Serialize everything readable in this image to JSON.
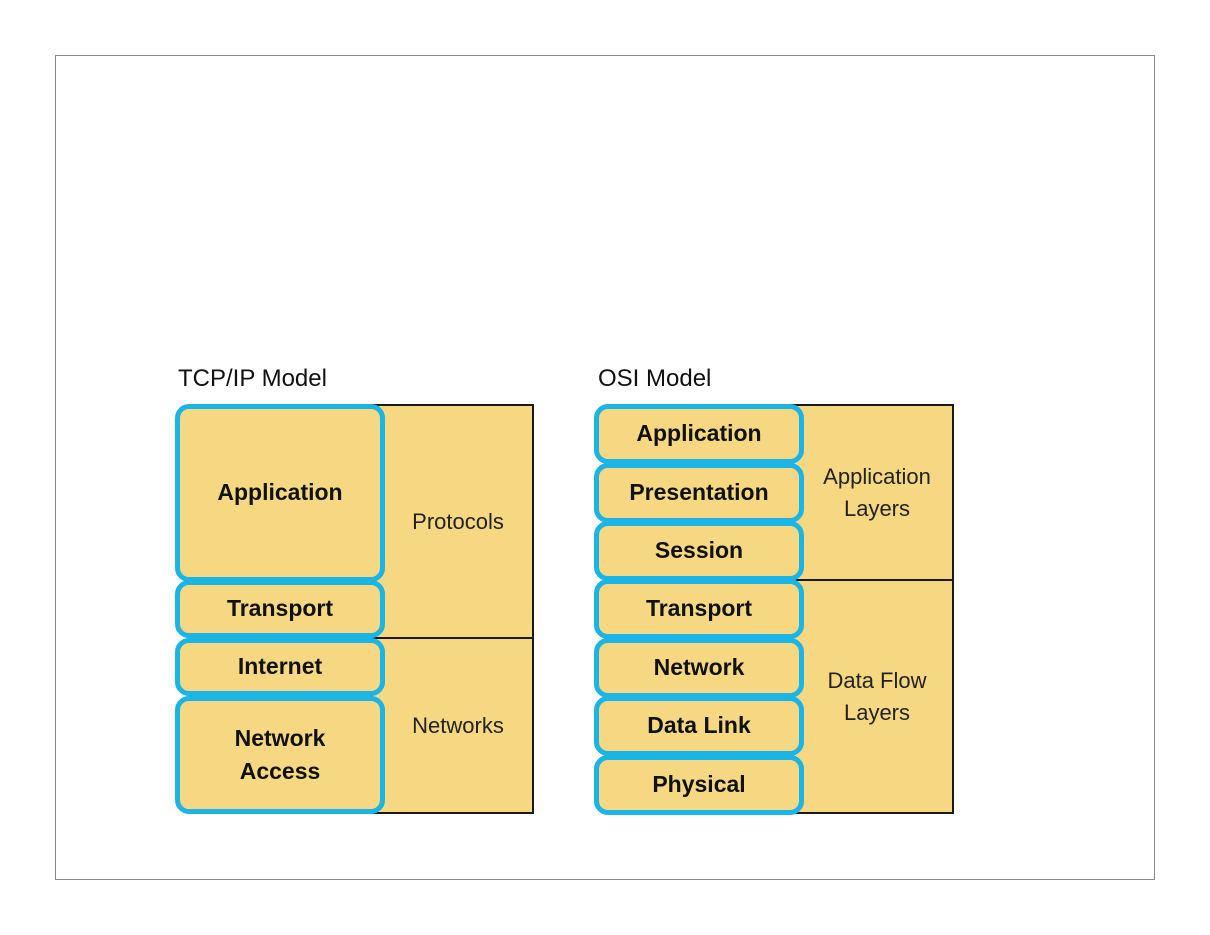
{
  "tcpip": {
    "title": "TCP/IP Model",
    "layers": [
      {
        "label": "Application"
      },
      {
        "label": "Transport"
      },
      {
        "label": "Internet"
      },
      {
        "label": "Network\nAccess"
      }
    ],
    "groups": [
      {
        "label": "Protocols"
      },
      {
        "label": "Networks"
      }
    ]
  },
  "osi": {
    "title": "OSI Model",
    "layers": [
      {
        "label": "Application"
      },
      {
        "label": "Presentation"
      },
      {
        "label": "Session"
      },
      {
        "label": "Transport"
      },
      {
        "label": "Network"
      },
      {
        "label": "Data Link"
      },
      {
        "label": "Physical"
      }
    ],
    "groups": [
      {
        "label": "Application\nLayers"
      },
      {
        "label": "Data Flow\nLayers"
      }
    ]
  },
  "colors": {
    "layer_fill": "#f6d882",
    "layer_border": "#1ab4e6",
    "outline": "#1a1a1a"
  }
}
